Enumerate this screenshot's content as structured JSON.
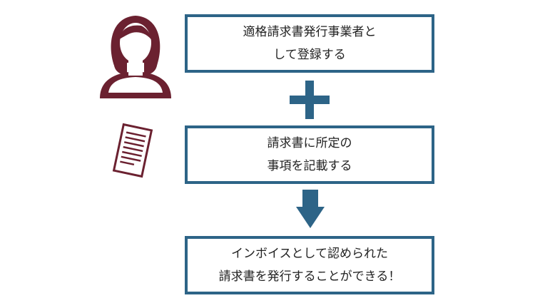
{
  "flow": {
    "step1": {
      "line1": "適格請求書発行事業者と",
      "line2": "して登録する"
    },
    "step2": {
      "line1": "請求書に所定の",
      "line2": "事項を記載する"
    },
    "result": {
      "line1": "インボイスとして認められた",
      "line2": "請求書を発行することができる！"
    }
  },
  "icons": {
    "person": "person-icon",
    "document": "document-icon",
    "plus": "plus-icon",
    "arrow": "arrow-down-icon"
  },
  "colors": {
    "box_border": "#2d6487",
    "icon_accent": "#6b2130",
    "text": "#222222"
  }
}
